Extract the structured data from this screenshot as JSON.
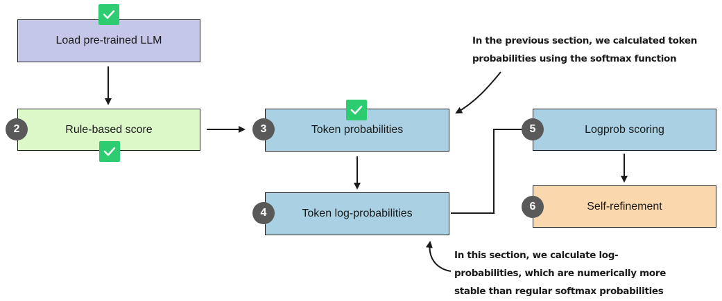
{
  "steps": [
    {
      "label": "Load pre-trained LLM",
      "color": "#c5c7e8"
    },
    {
      "number": "2",
      "label": "Rule-based score",
      "color": "#dcf7c8"
    },
    {
      "number": "3",
      "label": "Token probabilities",
      "color": "#a9d1e3"
    },
    {
      "number": "4",
      "label": "Token log-probabilities",
      "color": "#a9d1e3"
    },
    {
      "number": "5",
      "label": "Logprob scoring",
      "color": "#a9d1e3"
    },
    {
      "number": "6",
      "label": "Self-refinement",
      "color": "#fad7ad"
    }
  ],
  "annotations": {
    "previous_section": [
      "In the previous section, we calculated token",
      "probabilities using the softmax function"
    ],
    "this_section": [
      "In this section, we calculate log-",
      "probabilities, which are numerically more",
      "stable than regular softmax probabilities"
    ]
  },
  "colors": {
    "check": "#2ecc71",
    "number_badge": "#595959",
    "arrow": "#1a1a1a"
  }
}
